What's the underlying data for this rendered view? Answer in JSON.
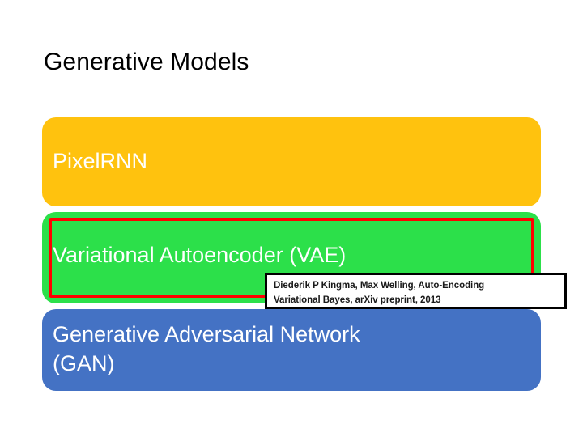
{
  "slide": {
    "title": "Generative Models"
  },
  "models": [
    {
      "id": "pixelrnn",
      "label": "PixelRNN",
      "color": "#FFC20E",
      "highlighted": false
    },
    {
      "id": "vae",
      "label": "Variational Autoencoder (VAE)",
      "color": "#2CE04A",
      "highlighted": true,
      "highlight_color": "#FF0000"
    },
    {
      "id": "gan",
      "label": "Generative Adversarial Network\n(GAN)",
      "color": "#4472C4",
      "highlighted": false
    }
  ],
  "citation": {
    "line1": "Diederik P Kingma, Max Welling, Auto-Encoding",
    "line2": "Variational Bayes, arXiv preprint, 2013",
    "border_color": "#000000",
    "background": "#FFFFFF"
  }
}
